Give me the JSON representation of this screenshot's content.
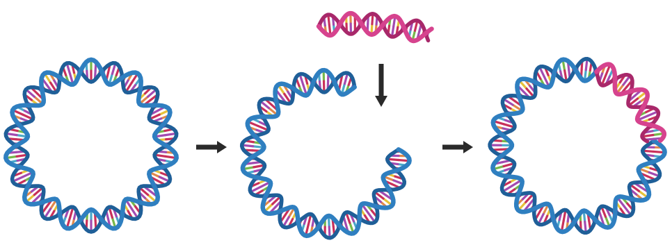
{
  "figure": {
    "description_items": [
      {
        "id": "plasmid-intact",
        "kind": "circular-dna"
      },
      {
        "id": "plasmid-cut",
        "kind": "circular-dna-opened"
      },
      {
        "id": "insert-fragment",
        "kind": "linear-dna-fragment"
      },
      {
        "id": "plasmid-recombinant",
        "kind": "circular-dna-with-insert"
      }
    ],
    "arrows": [
      {
        "id": "step-arrow-1",
        "direction": "right"
      },
      {
        "id": "insert-arrow",
        "direction": "down"
      },
      {
        "id": "step-arrow-2",
        "direction": "right"
      }
    ]
  },
  "colors": {
    "backbone": "#2f7fc0",
    "backbone_dark": "#1f5f98",
    "insert_backbone": "#d6438e",
    "insert_dark": "#a8286a",
    "arrow": "#2a2a2a",
    "base_pairs": [
      "#e6c23a",
      "#e0884a",
      "#c8305a",
      "#4aa6c9",
      "#76b84a",
      "#a24ab0"
    ]
  }
}
